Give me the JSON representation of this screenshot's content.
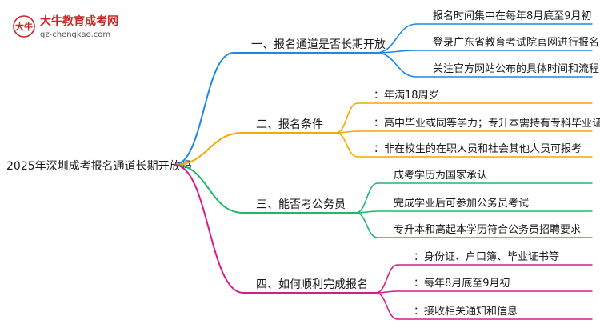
{
  "logo": {
    "mark": "大牛",
    "brand": "大牛教育成考网",
    "url": "gz-chengkao.com"
  },
  "root": "2025年深圳成考报名通道长期开放吗",
  "branches": [
    {
      "label": "一、报名通道是否长期开放",
      "color": "#1e88e5",
      "leaves": [
        "报名时间集中在每年8月底至9月初",
        "登录广东省教育考试院官网进行报名",
        "关注官方网站公布的具体时间和流程"
      ]
    },
    {
      "label": "二、报名条件",
      "color": "#f2a900",
      "leaves": [
        "：年满18周岁",
        "：高中毕业或同等学力；专升本需持有专科毕业证",
        "：非在校生的在职人员和社会其他人员可报考"
      ]
    },
    {
      "label": "三、能否考公务员",
      "color": "#1db96b",
      "leaves": [
        "成考学历为国家承认",
        "完成学业后可参加公务员考试",
        "专升本和高起本学历符合公务员招聘要求"
      ]
    },
    {
      "label": "四、如何顺利完成报名",
      "color": "#d81b8c",
      "leaves": [
        "：身份证、户口簿、毕业证书等",
        "：每年8月底至9月初",
        "：接收相关通知和信息"
      ]
    }
  ]
}
